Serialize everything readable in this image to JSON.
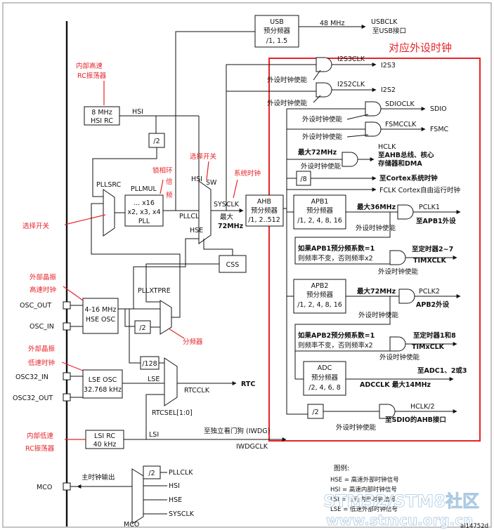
{
  "right_title": "对应外设时钟",
  "annotations": {
    "hsi_rc_note": [
      "内部高速",
      "RC振荡器"
    ],
    "pll_mul_note": [
      "锁相环",
      "倍",
      "频"
    ],
    "sw_note": "选择开关",
    "sysclk_note": "系统时钟",
    "pllsrc_note": "选择开关",
    "hse_note": [
      "外部晶振",
      "高速时钟"
    ],
    "pllxtpre_note": "分频器",
    "lse_note": [
      "外部晶振",
      "低速时钟"
    ],
    "lsi_note": [
      "内部低速",
      "RC振荡器"
    ]
  },
  "blocks": {
    "usb": [
      "USB",
      "预分频器",
      "/1, 1.5"
    ],
    "hsi_rc": [
      "8 MHz",
      "HSI RC"
    ],
    "div2_hsi": "/2",
    "pll": [
      "... x16",
      "x2, x3, x4",
      "PLL"
    ],
    "ahb": [
      "AHB",
      "预分频器",
      "/1, 2..512"
    ],
    "css": "CSS",
    "apb1": [
      "APB1",
      "预分频器",
      "/1, 2, 4, 8, 16"
    ],
    "apb2": [
      "APB2",
      "预分频器",
      "/1, 2, 4, 8, 16"
    ],
    "tim1_note": [
      "如果APB1预分频系数=1",
      "则频率不变，否则频率x2"
    ],
    "tim2_note": [
      "如果APB2预分频系数=1",
      "则频率不变，否则频率x2"
    ],
    "adc": [
      "ADC",
      "预分频器",
      "/2, 4, 6, 8"
    ],
    "hse_osc": [
      "4-16 MHz",
      "HSE OSC"
    ],
    "div2_hse": "/2",
    "div128": "/128",
    "lse_osc": [
      "LSE OSC",
      "32.768 kHz"
    ],
    "lsi_rc": [
      "LSI RC",
      "40 kHz"
    ],
    "div8": "/8",
    "div2_sdio": "/2",
    "div2_mco": "/2"
  },
  "signals": {
    "usb_freq": "48 MHz",
    "usbclk": "USBCLK",
    "usbclk_dest": "至USB接口",
    "i2s3clk": "I2S3CLK",
    "i2s3": "I2S3",
    "i2s2clk": "I2S2CLK",
    "i2s2": "I2S2",
    "periph_enable": "外设时钟使能",
    "sdioclk": "SDIOCLK",
    "sdio": "SDIO",
    "fsmcclk": "FSMCCLK",
    "fsmc": "FSMC",
    "hclk": "HCLK",
    "hclk_max": "最大72MHz",
    "hclk_dest": [
      "至AHB总线、核心",
      "存储器和DMA"
    ],
    "cortex_sys": "至Cortex系统时钟",
    "fclk": "FCLK Cortex自由运行时钟",
    "hsi": "HSI",
    "pllsrc": "PLLSRC",
    "pllmul": "PLLMUL",
    "sw": "SW",
    "pllclk": "PLLCLK",
    "sysclk": "SYSCLK",
    "hse": "HSE",
    "sysclk_max": [
      "最大",
      "72MHz"
    ],
    "pclk1_max": "最大36MHz",
    "pclk1": "PCLK1",
    "pclk1_dest": "至APB1外设",
    "tim1_dest": "至定时器2~7",
    "timxclk": "TIMXCLK",
    "pclk2_max": "最大72MHz",
    "pclk2": "PCLK2",
    "pclk2_dest": "APB2外设",
    "tim2_dest": "至定时器1和8",
    "timxclk2": "TIMxCLK",
    "adc_dest": "至ADC1、2或3",
    "adcclk": "ADCCLK  最大14MHz",
    "hclk2": "HCLK/2",
    "hclk2_dest": "至SDIO的AHB接口",
    "pllxtpre": "PLLXTPRE",
    "osc_out": "OSC_OUT",
    "osc_in": "OSC_IN",
    "osc32_in": "OSC32_IN",
    "osc32_out": "OSC32_OUT",
    "lse": "LSE",
    "rtcclk": "RTCCLK",
    "rtc": "RTC",
    "rtcsel": "RTCSEL[1:0]",
    "lsi": "LSI",
    "iwdg_dest": "至独立看门狗 (IWDG)",
    "iwdgclk": "IWDGCLK",
    "mco_out": "主时钟输出",
    "mco": "MCO",
    "mco_pllclk": "PLLCLK",
    "mco_hsi": "HSI",
    "mco_hse": "HSE",
    "mco_sysclk": "SYSCLK"
  },
  "legend": {
    "title": "图例:",
    "items": [
      "HSE = 高速外部时钟信号",
      "HSI = 高速内部时钟信号",
      "LSI = 低速内部时钟信号",
      "LSE = 低速外部时钟信号"
    ]
  },
  "doc_id": "ai14752d",
  "watermark": [
    "STM32/STM8社区",
    "www.stmcu.org.cn"
  ]
}
